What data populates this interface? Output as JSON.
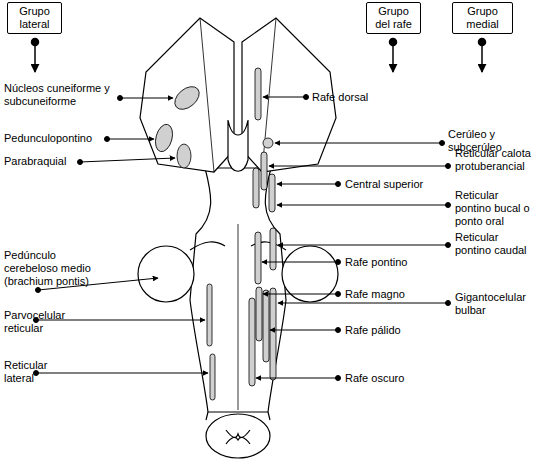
{
  "diagram": {
    "nodes": [
      {
        "text": [
          "Grupo lateral"
        ]
      },
      {
        "text": [
          "Grupo del rafe"
        ]
      },
      {
        "text": [
          "Grupo medial"
        ]
      }
    ],
    "labels": [
      "Núcleos cuneiforme y subcuneiforme",
      "Pedunculopontino",
      "Parabraquial",
      "Pedúnculo cerebeloso medio (brachium pontis)",
      "Parvocelular reticular",
      "Reticular lateral",
      "Rafe dorsal",
      "Cerúleo y subcerúleo",
      "Reticular calota protuberancial",
      "Central superior",
      "Reticular pontino bucal o ponto oral",
      "Reticular pontino caudal",
      "Rafe pontino",
      "Rafe magno",
      "Gigantocelular bulbar",
      "Rafe pálido",
      "Rafe oscuro"
    ]
  }
}
